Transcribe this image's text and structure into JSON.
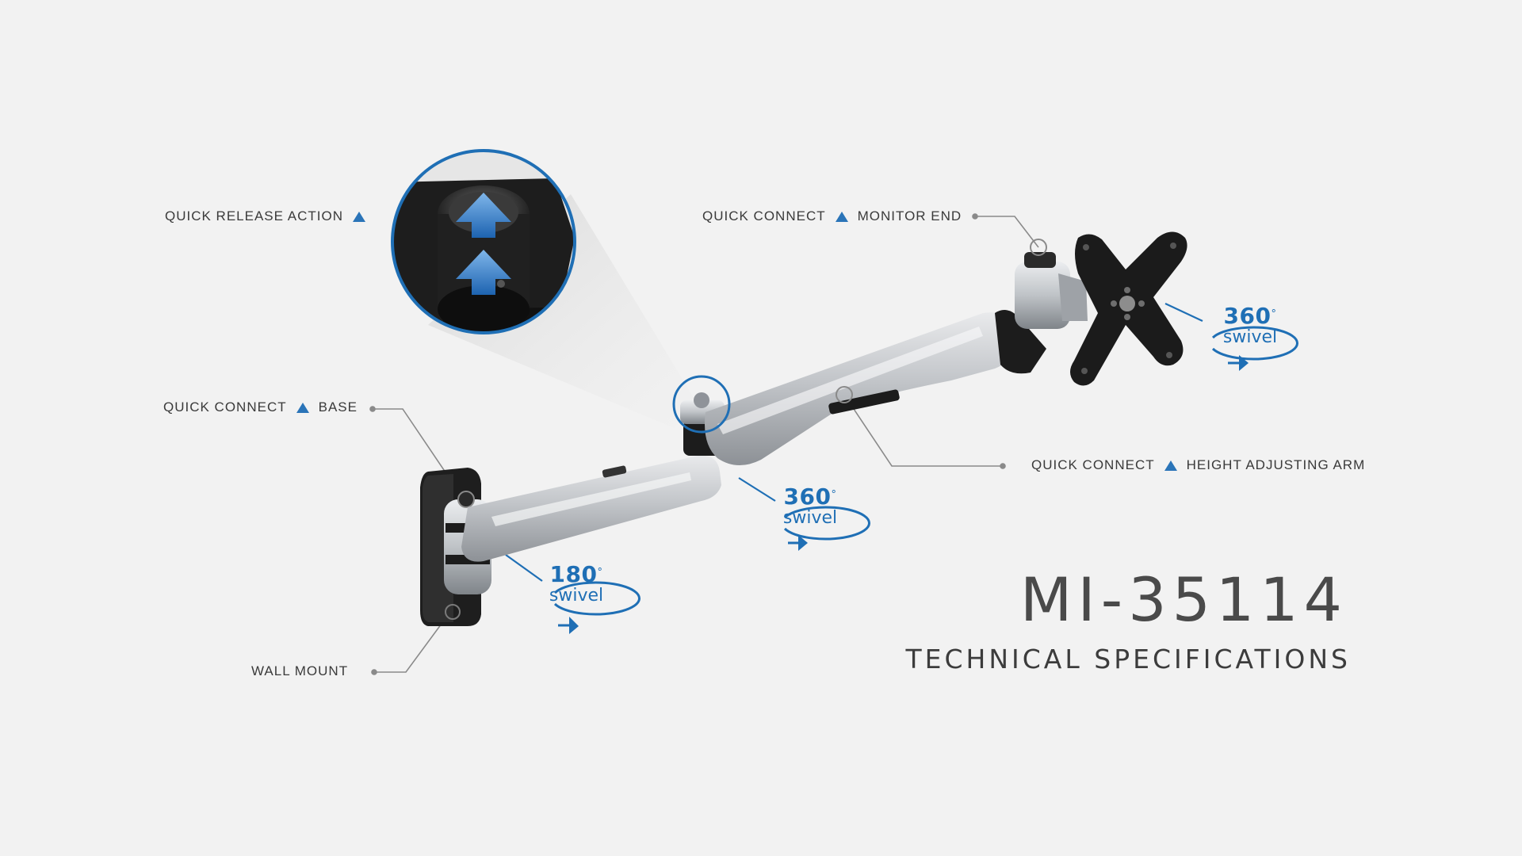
{
  "colors": {
    "background": "#f2f2f2",
    "accent_blue": "#1f6fb5",
    "text_dark": "#3a3a3a",
    "metal_silver": "#b9bcc0",
    "mount_black": "#1c1c1c"
  },
  "labels": {
    "quick_release": {
      "text": "QUICK RELEASE ACTION",
      "icon": "triangle-icon"
    },
    "quick_connect_base": {
      "left": "QUICK CONNECT",
      "right": "BASE",
      "icon": "triangle-icon"
    },
    "wall_mount": {
      "text": "WALL MOUNT"
    },
    "quick_connect_monitor": {
      "left": "QUICK CONNECT",
      "right": "MONITOR END",
      "icon": "triangle-icon"
    },
    "quick_connect_height": {
      "left": "QUICK CONNECT",
      "right": "HEIGHT ADJUSTING ARM",
      "icon": "triangle-icon"
    }
  },
  "swivels": {
    "base": {
      "degrees": "180",
      "word": "swivel",
      "icon": "rotation-arrow-icon"
    },
    "elbow": {
      "degrees": "360",
      "word": "swivel",
      "icon": "rotation-arrow-icon"
    },
    "monitor": {
      "degrees": "360",
      "word": "swivel",
      "icon": "rotation-arrow-icon"
    }
  },
  "degree_symbol": "°",
  "product": {
    "model": "MI-35114",
    "subtitle": "TECHNICAL SPECIFICATIONS"
  },
  "icons": {
    "zoom_detail": "magnified-detail-icon",
    "release_arrows": "double-up-arrow-icon"
  }
}
